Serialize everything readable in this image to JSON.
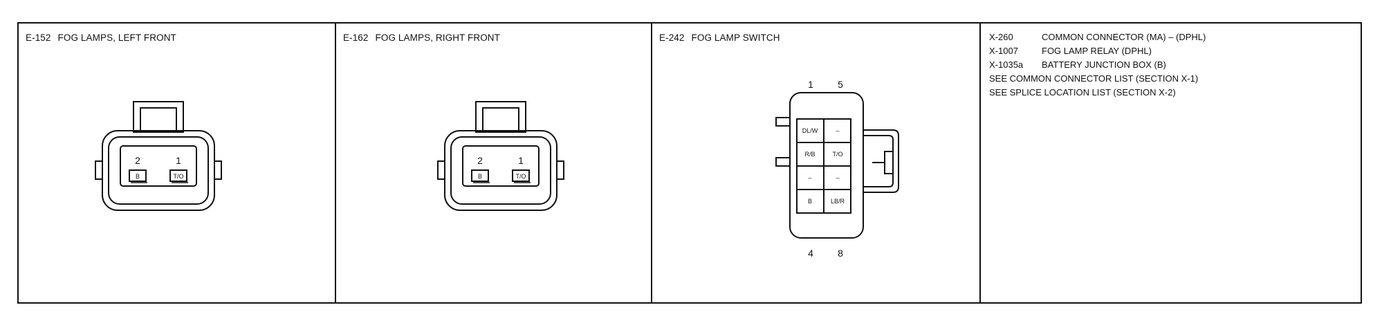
{
  "panels": [
    {
      "code": "E-152",
      "title": "FOG LAMPS, LEFT FRONT",
      "pins": [
        "2",
        "1"
      ],
      "cavities": [
        "B",
        "T/O"
      ]
    },
    {
      "code": "E-162",
      "title": "FOG LAMPS, RIGHT FRONT",
      "pins": [
        "2",
        "1"
      ],
      "cavities": [
        "B",
        "T/O"
      ]
    },
    {
      "code": "E-242",
      "title": "FOG LAMP SWITCH",
      "pins_top": [
        "1",
        "5"
      ],
      "pins_bottom": [
        "4",
        "8"
      ],
      "cavities": [
        "DL/W",
        "–",
        "R/B",
        "T/O",
        "–",
        "–",
        "B",
        "LB/R"
      ]
    }
  ],
  "legend": {
    "entries": [
      {
        "code": "X-260",
        "text": "COMMON CONNECTOR (MA) – (DPHL)"
      },
      {
        "code": "X-1007",
        "text": "FOG LAMP RELAY (DPHL)"
      },
      {
        "code": "X-1035a",
        "text": "BATTERY JUNCTION BOX (B)"
      }
    ],
    "notes": [
      "SEE COMMON CONNECTOR LIST (SECTION X-1)",
      "SEE SPLICE LOCATION LIST (SECTION X-2)"
    ]
  }
}
